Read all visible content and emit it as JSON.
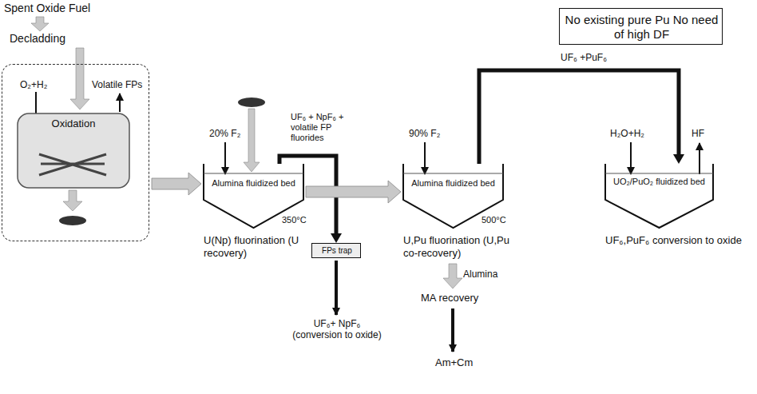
{
  "diagram": {
    "nodes": [
      {
        "text": [
          "O₂+H₂",
          "Volatile FPs"
        ]
      },
      {
        "text": [
          "Oxidation"
        ],
        "in": 0
      },
      {
        "text": [
          "Alumina fluidized bed",
          "350°C",
          "U(Np) fluorination (U recovery)"
        ]
      },
      {
        "text": [
          "FPs trap"
        ]
      },
      {
        "text": [
          "Alumina fluidized bed",
          "500°C",
          "U,Pu fluorination (U,Pu co-recovery)"
        ]
      },
      {
        "text": [
          "No existing pure Pu No need of high DF"
        ]
      },
      {
        "text": [
          "UO₂/PuO₂ fluidized bed",
          "UF₆,PuF₆ conversion to oxide"
        ]
      }
    ],
    "edges": [
      {
        "from": 0,
        "to": 2,
        "arrow": "to"
      },
      {
        "from": 2,
        "to": 3,
        "arrow": "to",
        "label": "UF₆ + NpF₆ + volatile FP fluorides"
      },
      {
        "from": 2,
        "to": 4,
        "arrow": "to"
      },
      {
        "from": 4,
        "to": 6,
        "arrow": "to",
        "label": "UF₆ +PuF₆"
      }
    ],
    "labels": [
      "Spent Oxide Fuel",
      "Decladding",
      "20% F₂",
      "UF₆+ NpF₆ (conversion to oxide)",
      "90% F₂",
      "Alumina",
      "MA recovery",
      "Am+Cm",
      "H₂O+H₂",
      "HF"
    ]
  }
}
